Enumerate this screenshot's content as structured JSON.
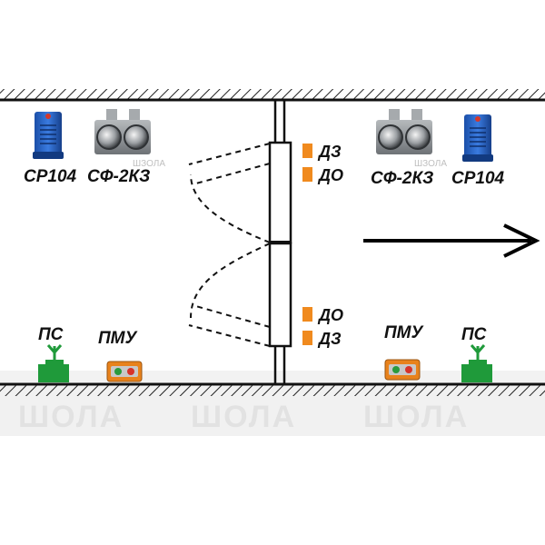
{
  "devices": {
    "left": {
      "sound_label": "СР104",
      "light_label": "СФ-2КЗ",
      "sensor_label": "ПС",
      "panel_label": "ПМУ"
    },
    "right": {
      "sound_label": "СР104",
      "light_label": "СФ-2КЗ",
      "sensor_label": "ПС",
      "panel_label": "ПМУ"
    }
  },
  "door_sensors": {
    "top_upper": "ДЗ",
    "top_lower": "ДО",
    "bottom_upper": "ДО",
    "bottom_lower": "ДЗ"
  },
  "watermark": {
    "text": "ШОЛА",
    "small_text": "ШЗОЛА"
  },
  "colors": {
    "sensor_marker": "#f08a1e",
    "sensor_green": "#1f9a3a",
    "sound_blue": "#1e5bbf",
    "light_gray": "#8b8f94",
    "panel_orange": "#e8821c",
    "arrow": "#000000"
  }
}
